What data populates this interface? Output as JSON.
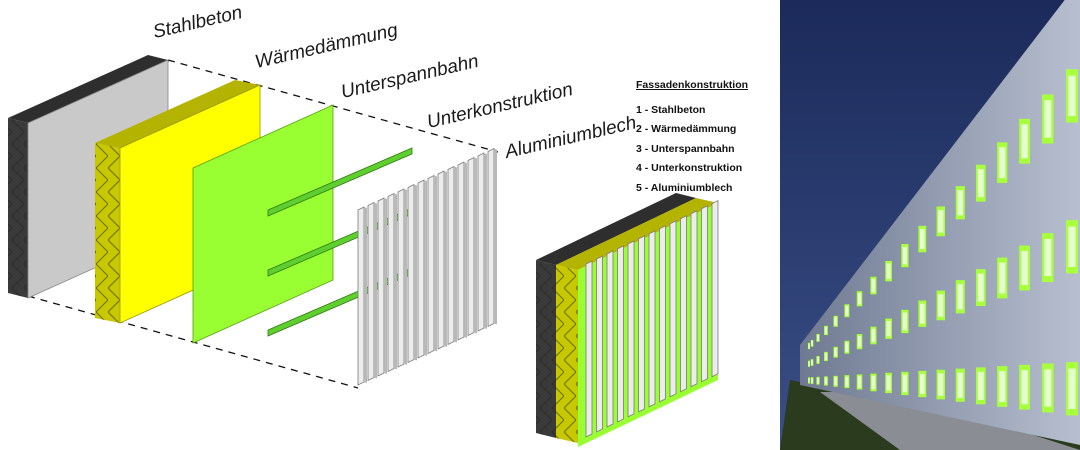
{
  "layers": [
    {
      "label": "Stahlbeton",
      "color": "#c9c9c9"
    },
    {
      "label": "Wärmedämmung",
      "color": "#ffff00"
    },
    {
      "label": "Unterspannbahn",
      "color": "#99ff33"
    },
    {
      "label": "Unterkonstruktion",
      "color": "#5fcf2f"
    },
    {
      "label": "Aluminiumblech",
      "color": "#e8e8e8"
    }
  ],
  "legend": {
    "title": "Fassadenkonstruktion",
    "items": [
      "1 - Stahlbeton",
      "2 - Wärmedämmung",
      "3 - Unterspannbahn",
      "4 - Unterkonstruktion",
      "5 - Aluminiumblech"
    ]
  },
  "colors": {
    "concrete_dark": "#3a3a3a",
    "insulation_side": "#c8c800",
    "sky": "#27386b",
    "window_glow": "#a8ff3c"
  }
}
